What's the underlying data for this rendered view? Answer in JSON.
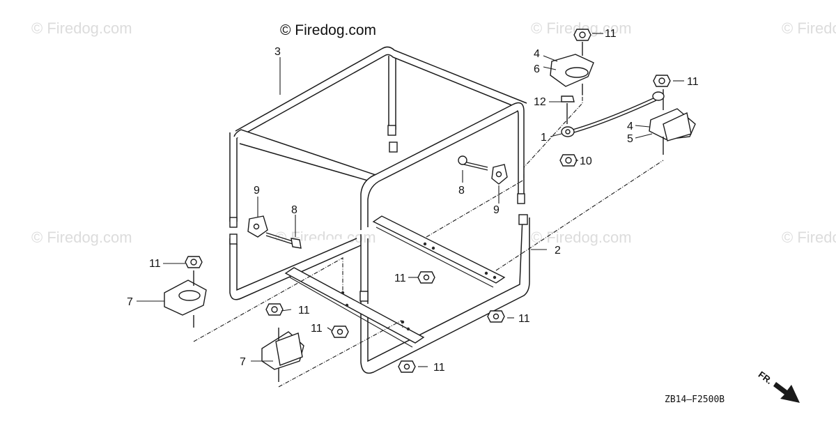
{
  "credit": "© Firedog.com",
  "watermark": "© Firedog.com",
  "diagram_code": "ZB14—F2500B",
  "front_label": "FR.",
  "callouts": {
    "c3": "3",
    "c2": "2",
    "c4a": "4",
    "c6": "6",
    "c4b": "4",
    "c5": "5",
    "c11_top": "11",
    "c11_right": "11",
    "c12": "12",
    "c1": "1",
    "c10": "10",
    "c8_right": "8",
    "c9_right": "9",
    "c9_left": "9",
    "c8_left": "8",
    "c11_left_mount": "11",
    "c7_left": "7",
    "c11_mid_a": "11",
    "c11_mid_b": "11",
    "c11_center": "11",
    "c7_bottom": "7",
    "c11_bottom": "11",
    "c11_bottom_right": "11"
  }
}
